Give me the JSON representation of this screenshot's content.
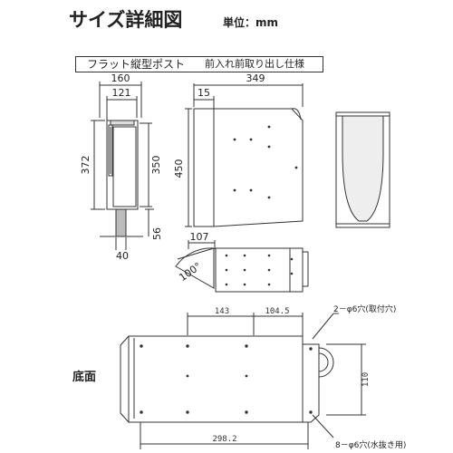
{
  "title": "サイズ詳細図",
  "unit": "単位：mm",
  "product": {
    "name": "フラット縦型ポスト",
    "description": "前入れ前取り出し仕様"
  },
  "front_view": {
    "width_outer": "160",
    "width_inner": "121",
    "height_total": "372",
    "height_body": "350",
    "leg_width": "40",
    "leg_height": "56"
  },
  "side_view": {
    "depth": "349",
    "top_offset": "15",
    "height": "450"
  },
  "door_detail": {
    "length": "107",
    "angle": "100°"
  },
  "bottom_view": {
    "label": "底面",
    "dim_left_span": "143",
    "dim_right_span": "104.5",
    "dim_total_width": "298.2",
    "dim_height": "110",
    "hole_mount": "2－φ6穴(取付穴)",
    "hole_drain": "8－φ6穴(水抜き用)"
  }
}
